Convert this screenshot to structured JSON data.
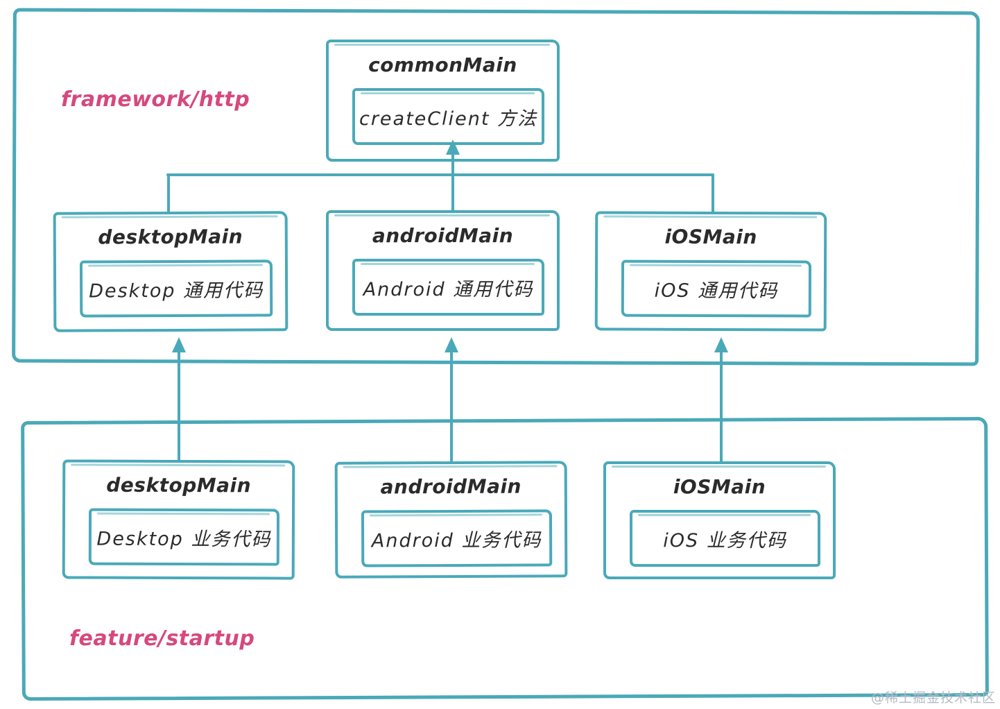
{
  "colors": {
    "stroke": "#4aa9b8",
    "text": "#2b2b2b",
    "label": "#d6487e",
    "watermark": "#b5bac4"
  },
  "framework_section": {
    "label": "framework/http",
    "common": {
      "title": "commonMain",
      "inner": "createClient 方法"
    },
    "modules": [
      {
        "title": "desktopMain",
        "inner": "Desktop 通用代码"
      },
      {
        "title": "androidMain",
        "inner": "Android 通用代码"
      },
      {
        "title": "iOSMain",
        "inner": "iOS 通用代码"
      }
    ]
  },
  "feature_section": {
    "label": "feature/startup",
    "modules": [
      {
        "title": "desktopMain",
        "inner": "Desktop 业务代码"
      },
      {
        "title": "androidMain",
        "inner": "Android 业务代码"
      },
      {
        "title": "iOSMain",
        "inner": "iOS 业务代码"
      }
    ]
  },
  "watermark": "@稀土掘金技术社区"
}
